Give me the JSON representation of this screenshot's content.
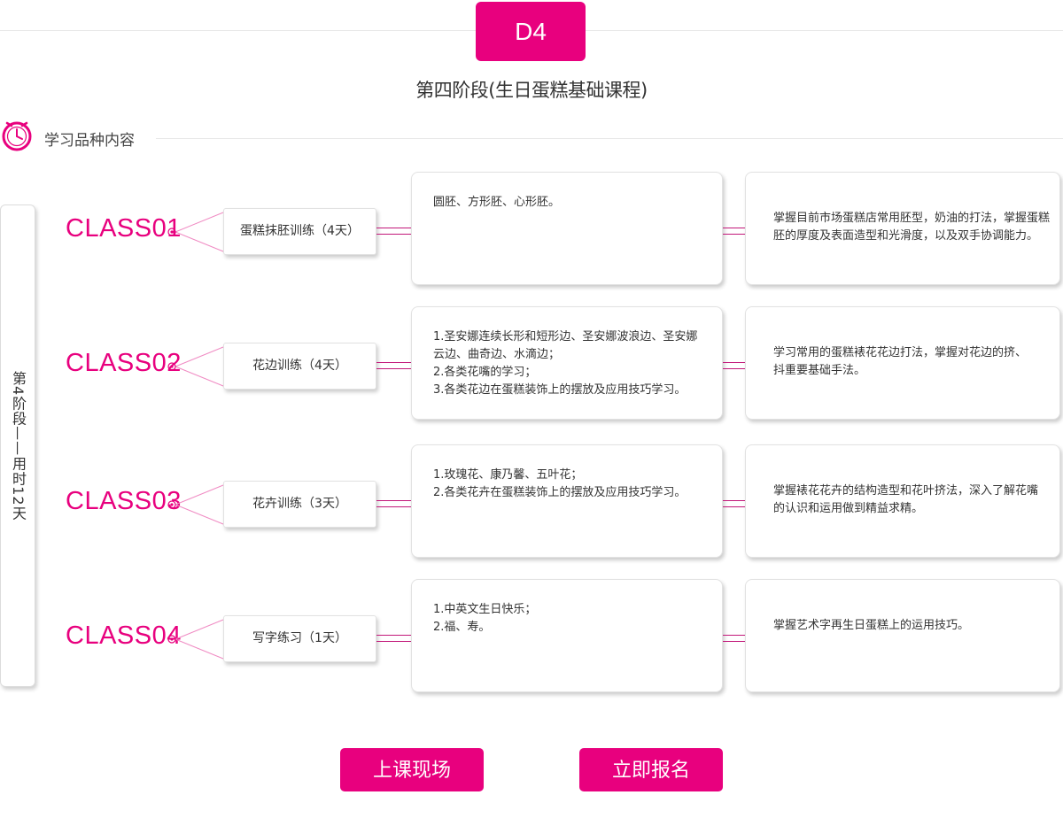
{
  "header": {
    "badge": "D4",
    "title": "第四阶段(生日蛋糕基础课程)"
  },
  "section": {
    "label": "学习品种内容",
    "icon": "clock-icon"
  },
  "sidebar": {
    "text": "第4阶段——用时12天"
  },
  "colors": {
    "accent": "#e8007e",
    "line": "#c2187a"
  },
  "classes": [
    {
      "label": "CLASS01",
      "course": "蛋糕抹胚训练（4天）",
      "content": [
        "圆胚、方形胚、心形胚。"
      ],
      "goal": [
        "掌握目前市场蛋糕店常用胚型，奶油的打法，掌握蛋糕",
        "胚的厚度及表面造型和光滑度，以及双手协调能力。"
      ]
    },
    {
      "label": "CLASS02",
      "course": "花边训练（4天）",
      "content": [
        "1.圣安娜连续长形和短形边、圣安娜波浪边、圣安娜",
        "云边、曲奇边、水滴边；",
        "2.各类花嘴的学习；",
        "3.各类花边在蛋糕装饰上的摆放及应用技巧学习。"
      ],
      "goal": [
        "学习常用的蛋糕裱花花边打法，掌握对花边的挤、",
        "抖重要基础手法。"
      ]
    },
    {
      "label": "CLASS03",
      "course": "花卉训练（3天）",
      "content": [
        "1.玫瑰花、康乃馨、五叶花；",
        "2.各类花卉在蛋糕装饰上的摆放及应用技巧学习。"
      ],
      "goal": [
        "掌握裱花花卉的结构造型和花叶挤法，深入了解花嘴",
        "的认识和运用做到精益求精。"
      ]
    },
    {
      "label": "CLASS04",
      "course": "写字练习（1天）",
      "content": [
        "1.中英文生日快乐；",
        "2.福、寿。"
      ],
      "goal": [
        "掌握艺术字再生日蛋糕上的运用技巧。"
      ]
    }
  ],
  "buttons": {
    "scene": "上课现场",
    "signup": "立即报名"
  }
}
